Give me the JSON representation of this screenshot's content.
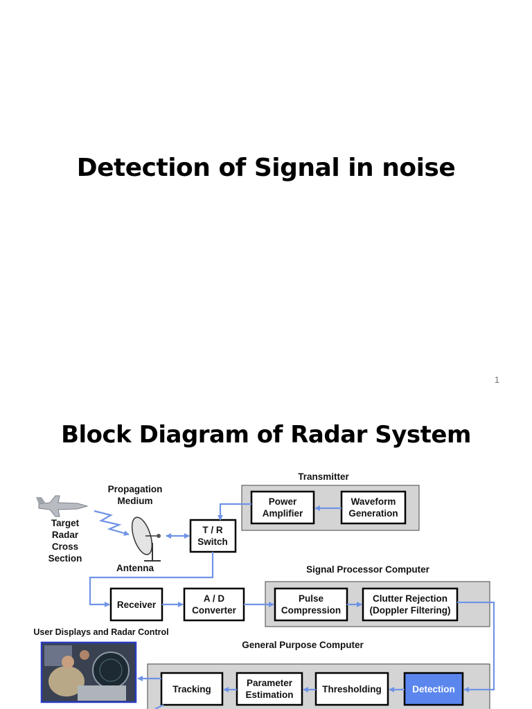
{
  "slide1": {
    "title": "Detection of Signal in noise",
    "page_number": "1"
  },
  "slide2": {
    "title": "Block Diagram of Radar System",
    "diagram": {
      "labels": {
        "propagation_line1": "Propagation",
        "propagation_line2": "Medium",
        "target_line1": "Target",
        "target_line2": "Radar",
        "target_line3": "Cross",
        "target_line4": "Section",
        "antenna": "Antenna",
        "transmitter": "Transmitter",
        "signal_processor": "Signal Processor Computer",
        "general_purpose": "General Purpose Computer",
        "user_displays": "User Displays and Radar Control"
      },
      "blocks": {
        "power_amp_line1": "Power",
        "power_amp_line2": "Amplifier",
        "waveform_line1": "Waveform",
        "waveform_line2": "Generation",
        "tr_switch_line1": "T / R",
        "tr_switch_line2": "Switch",
        "receiver": "Receiver",
        "ad_line1": "A / D",
        "ad_line2": "Converter",
        "pulse_line1": "Pulse",
        "pulse_line2": "Compression",
        "clutter_line1": "Clutter Rejection",
        "clutter_line2": "(Doppler Filtering)",
        "tracking": "Tracking",
        "param_line1": "Parameter",
        "param_line2": "Estimation",
        "thresholding": "Thresholding",
        "detection": "Detection"
      },
      "colors": {
        "arrow": "#6f93e6",
        "detection_fill": "#5b86ee",
        "group_fill": "#d4d4d4"
      }
    }
  }
}
